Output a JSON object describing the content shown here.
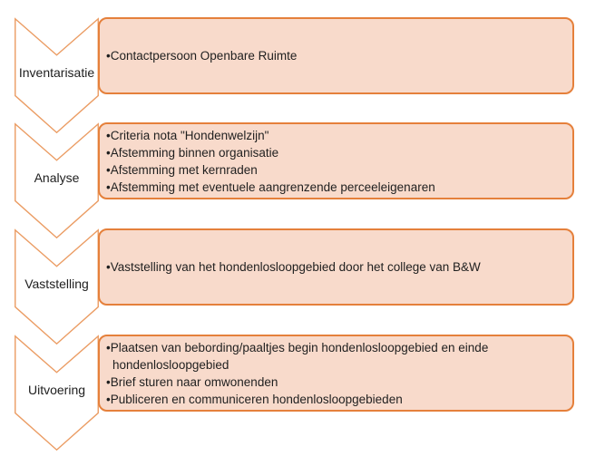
{
  "diagram": {
    "type": "vertical-chevron-process",
    "background_color": "#FFFFFF",
    "colors": {
      "box_fill": "#F8DACB",
      "box_border": "#E5803B",
      "chevron_outline": "#EB9C63",
      "text": "#1F1F1F"
    },
    "steps": [
      {
        "label": "Inventarisatie",
        "bullets": [
          "Contactpersoon Openbare Ruimte"
        ]
      },
      {
        "label": "Analyse",
        "bullets": [
          "Criteria nota \"Hondenwelzijn\"",
          "Afstemming binnen organisatie",
          "Afstemming met kernraden",
          "Afstemming met eventuele aangrenzende perceeleigenaren"
        ]
      },
      {
        "label": "Vaststelling",
        "bullets": [
          "Vaststelling van het hondenlosloopgebied door het college van B&W"
        ]
      },
      {
        "label": "Uitvoering",
        "bullets": [
          "Plaatsen van bebording/paaltjes begin hondenlosloopgebied en einde hondenlosloopgebied",
          "Brief sturen naar omwonenden",
          "Publiceren en communiceren hondenlosloopgebieden"
        ]
      }
    ]
  }
}
